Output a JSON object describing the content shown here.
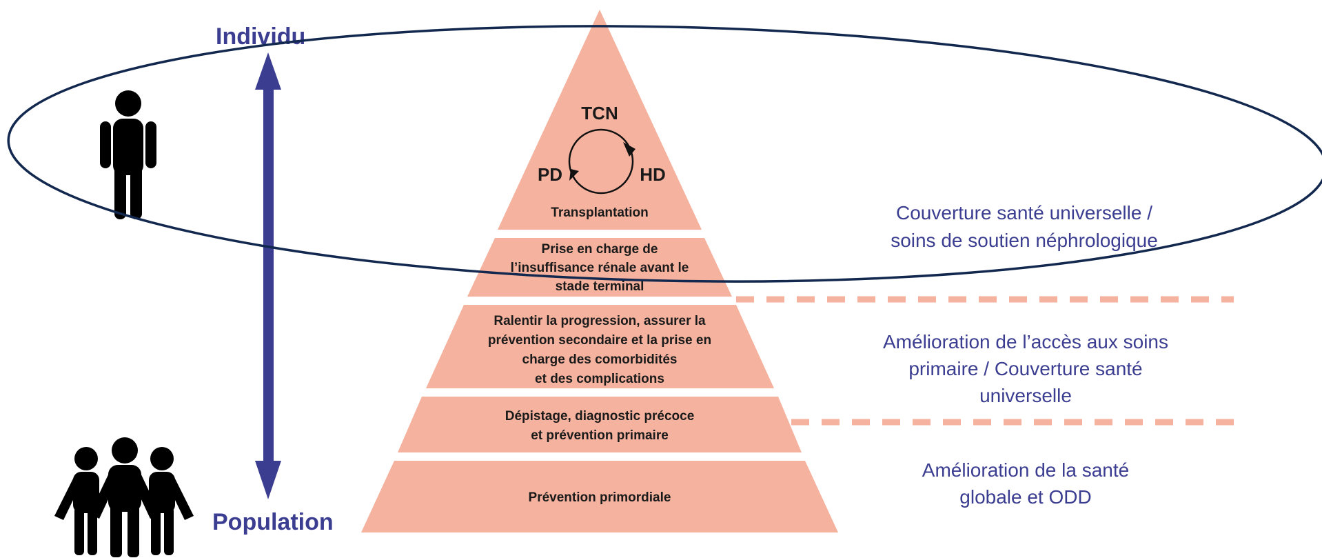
{
  "axis": {
    "top_label": "Individu",
    "bottom_label": "Population"
  },
  "pyramid": {
    "cycle": {
      "top": "TCN",
      "left": "PD",
      "right": "HD"
    },
    "tiers": [
      {
        "lines": [
          "Transplantation"
        ]
      },
      {
        "lines": [
          "Prise en charge de",
          "l’insuffisance rénale avant le",
          "stade terminal"
        ]
      },
      {
        "lines": [
          "Ralentir la progression, assurer la",
          "prévention secondaire et la prise en",
          "charge des comorbidités",
          "et des complications"
        ]
      },
      {
        "lines": [
          "Dépistage, diagnostic précoce",
          "et prévention primaire"
        ]
      },
      {
        "lines": [
          "Prévention primordiale"
        ]
      }
    ]
  },
  "right_labels": [
    {
      "lines": [
        "Couverture santé universelle /",
        "soins de soutien néphrologique"
      ]
    },
    {
      "lines": [
        "Amélioration de l’accès aux soins",
        "primaire / Couverture santé",
        "universelle"
      ]
    },
    {
      "lines": [
        "Amélioration de la santé",
        "globale et ODD"
      ]
    }
  ],
  "colors": {
    "tier_fill": "#f5b29e",
    "dash": "#f5b29e",
    "accent_blue": "#3b3d91",
    "ellipse_stroke": "#13284f",
    "icon": "#000000"
  }
}
